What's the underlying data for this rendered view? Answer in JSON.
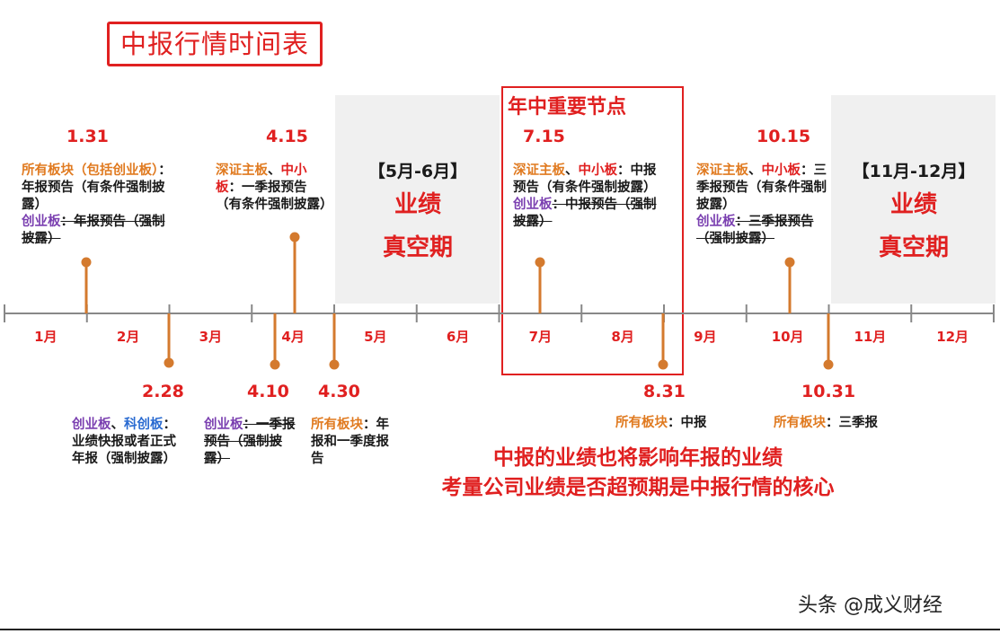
{
  "title": "中报行情时间表",
  "key_label": "年中重要节点",
  "months": [
    "1月",
    "2月",
    "3月",
    "4月",
    "5月",
    "6月",
    "7月",
    "8月",
    "9月",
    "10月",
    "11月",
    "12月"
  ],
  "periods": [
    {
      "label": "【5月-6月】",
      "line1": "业绩",
      "line2": "真空期"
    },
    {
      "label": "【11月-12月】",
      "line1": "业绩",
      "line2": "真空期"
    }
  ],
  "events_top": [
    {
      "date": "1.31",
      "parts": [
        [
          "o",
          "所有板块（包括创业板）"
        ],
        [
          "n",
          "：年报预告（有条件强制披露）"
        ],
        [
          "br",
          ""
        ],
        [
          "p",
          "创业板"
        ],
        [
          "s",
          "：年报预告（强制披露）"
        ]
      ]
    },
    {
      "date": "4.15",
      "parts": [
        [
          "o",
          "深证主板"
        ],
        [
          "n",
          "、"
        ],
        [
          "r",
          "中小板"
        ],
        [
          "n",
          "：一季报预告（有条件强制披露）"
        ]
      ]
    },
    {
      "date": "7.15",
      "parts": [
        [
          "o",
          "深证主板"
        ],
        [
          "n",
          "、"
        ],
        [
          "r",
          "中小板"
        ],
        [
          "n",
          "：中报预告（有条件强制披露）"
        ],
        [
          "br",
          ""
        ],
        [
          "p",
          "创业板"
        ],
        [
          "s",
          "：中报预告（强制披露）"
        ]
      ]
    },
    {
      "date": "10.15",
      "parts": [
        [
          "o",
          "深证主板"
        ],
        [
          "n",
          "、"
        ],
        [
          "r",
          "中小板"
        ],
        [
          "n",
          "：三季报预告（有条件强制披露）"
        ],
        [
          "br",
          ""
        ],
        [
          "p",
          "创业板"
        ],
        [
          "s",
          "：三季报预告（强制披露）"
        ]
      ]
    }
  ],
  "events_bottom": [
    {
      "date": "2.28",
      "parts": [
        [
          "p",
          "创业板"
        ],
        [
          "n",
          "、"
        ],
        [
          "b",
          "科创板"
        ],
        [
          "n",
          "：业绩快报或者正式年报（强制披露）"
        ]
      ]
    },
    {
      "date": "4.10",
      "parts": [
        [
          "p",
          "创业板"
        ],
        [
          "s",
          "：一季报预告（强制披露）"
        ]
      ]
    },
    {
      "date": "4.30",
      "parts": [
        [
          "o",
          "所有板块"
        ],
        [
          "n",
          "：年报和一季度报告"
        ]
      ]
    },
    {
      "date": "8.31",
      "parts": [
        [
          "o",
          "所有板块"
        ],
        [
          "n",
          "：中报"
        ]
      ]
    },
    {
      "date": "10.31",
      "parts": [
        [
          "o",
          "所有板块"
        ],
        [
          "n",
          "：三季报"
        ]
      ]
    }
  ],
  "note_line1": "中报的业绩也将影响年报的业绩",
  "note_line2": "考量公司业绩是否超预期是中报行情的核心",
  "watermark": "头条 @成义财经",
  "colors": {
    "red": "#e02020",
    "orange": "#d47a2e",
    "axis": "#888888",
    "purple": "#7a3fb0",
    "blue": "#2a6bd1"
  }
}
